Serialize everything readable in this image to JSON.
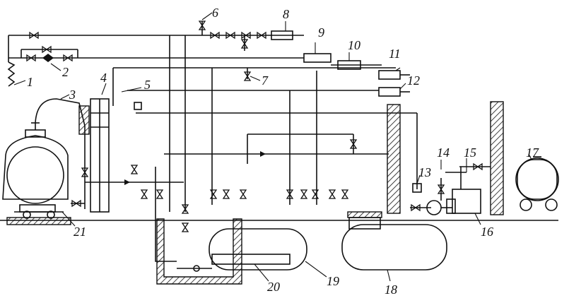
{
  "labels": {
    "l1": "1",
    "l2": "2",
    "l3": "3",
    "l4": "4",
    "l5": "5",
    "l6": "6",
    "l7": "7",
    "l8": "8",
    "l9": "9",
    "l10": "10",
    "l11": "11",
    "l12": "12",
    "l13": "13",
    "l14": "14",
    "l15": "15",
    "l16": "16",
    "l17": "17",
    "l18": "18",
    "l19": "19",
    "l20": "20",
    "l21": "21"
  }
}
